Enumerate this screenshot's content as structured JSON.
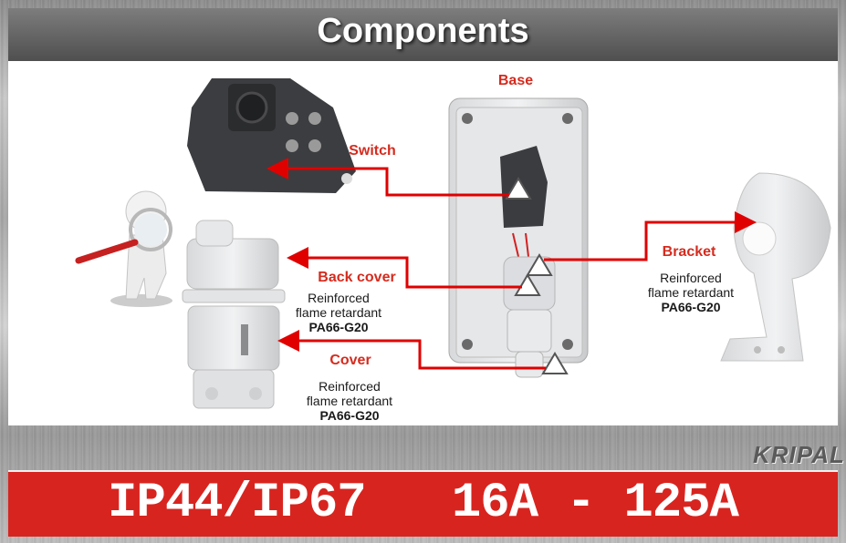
{
  "title": "Components",
  "labels": {
    "base": "Base",
    "switch": "Switch",
    "bracket": "Bracket",
    "back_cover": "Back cover",
    "cover": "Cover"
  },
  "materials": {
    "back_cover": {
      "line1": "Reinforced",
      "line2": "flame retardant",
      "code": "PA66-G20"
    },
    "cover": {
      "line1": "Reinforced",
      "line2": "flame retardant",
      "code": "PA66-G20"
    },
    "bracket": {
      "line1": "Reinforced",
      "line2": "flame retardant",
      "code": "PA66-G20"
    }
  },
  "brand": "KRIPAL",
  "rating": "IP44/IP67   16A - 125A",
  "colors": {
    "accent": "#d52b1e",
    "banner": "#d8241f"
  }
}
